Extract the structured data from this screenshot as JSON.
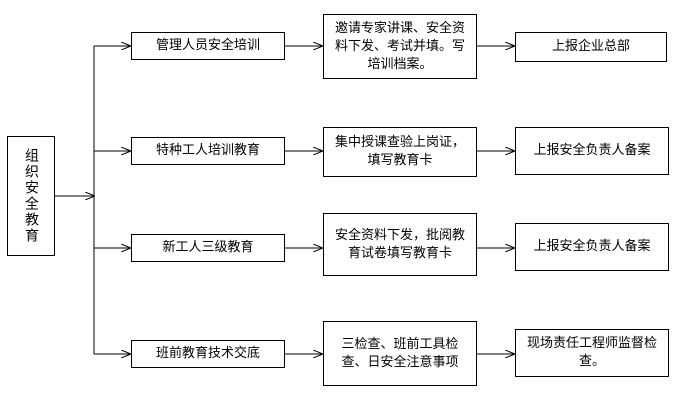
{
  "root": {
    "label": "组织安全教育"
  },
  "rows": [
    {
      "stage": "管理人员安全培训",
      "action": "邀请专家讲课、安全资料下发、考试并填。写培训档案。",
      "result": "上报企业总部"
    },
    {
      "stage": "特种工人培训教育",
      "action": "集中授课查验上岗证，填写教育卡",
      "result": "上报安全负责人备案"
    },
    {
      "stage": "新工人三级教育",
      "action": "安全资料下发，批阅教育试卷填写教育卡",
      "result": "上报安全负责人备案"
    },
    {
      "stage": "班前教育技术交底",
      "action": "三检查、班前工具检查、日安全注意事项",
      "result": "现场责任工程师监督检查。"
    }
  ]
}
